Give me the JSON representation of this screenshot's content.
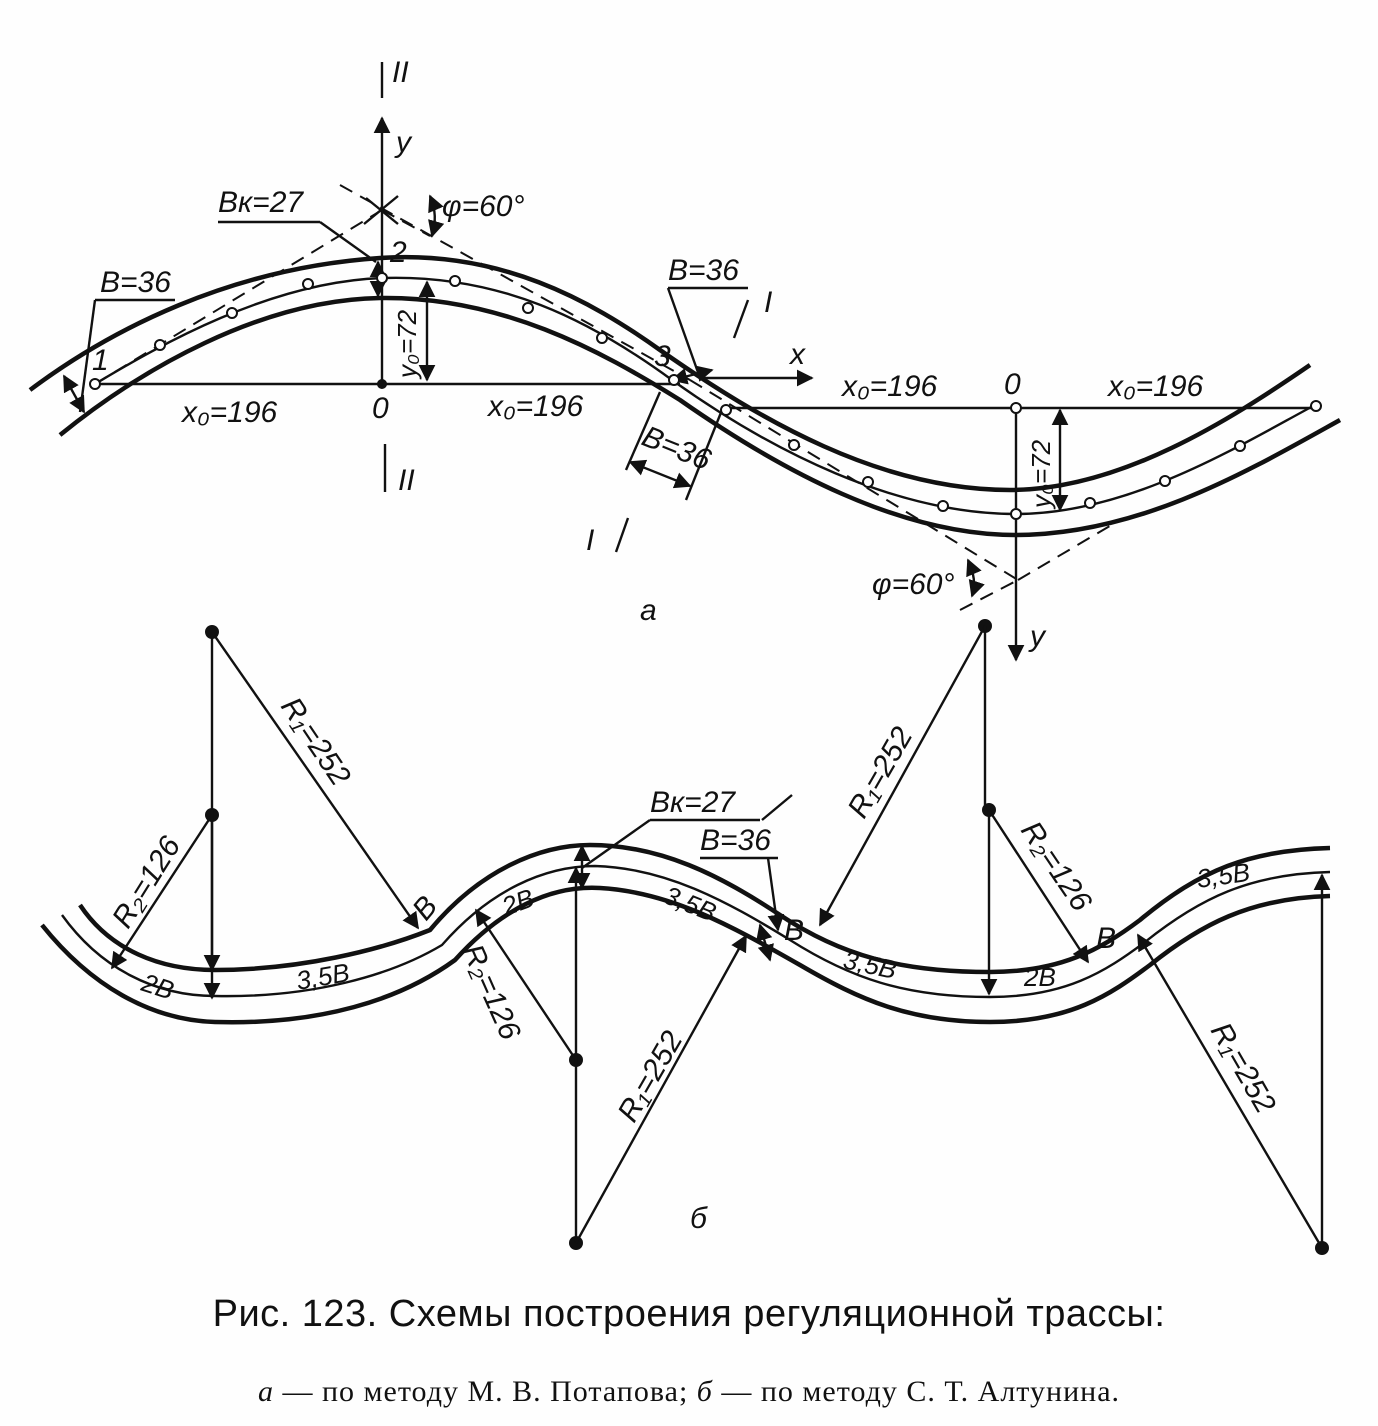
{
  "diagram_a": {
    "panel_label": "а",
    "axis_y": "y",
    "axis_x": "x",
    "section_I": "I",
    "section_II": "II",
    "bk": "Bк=27",
    "phi": "φ=60°",
    "b_width": "B=36",
    "x0": "x₀=196",
    "y0": "y₀=72",
    "origin": "0",
    "point_1": "1",
    "point_2": "2",
    "point_3": "3"
  },
  "diagram_b": {
    "panel_label": "б",
    "r1": "R₁=252",
    "r2": "R₂=126",
    "bk": "Bк=27",
    "b_width": "B=36",
    "b": "B",
    "b2": "2B",
    "b35": "3,5B"
  },
  "caption": {
    "line1": "Рис. 123. Схемы построения регуляционной трассы:",
    "a_letter": "а",
    "a_text": " — по методу М. В. Потапова; ",
    "b_letter": "б",
    "b_text": " — по методу С. Т. Алтунина."
  }
}
